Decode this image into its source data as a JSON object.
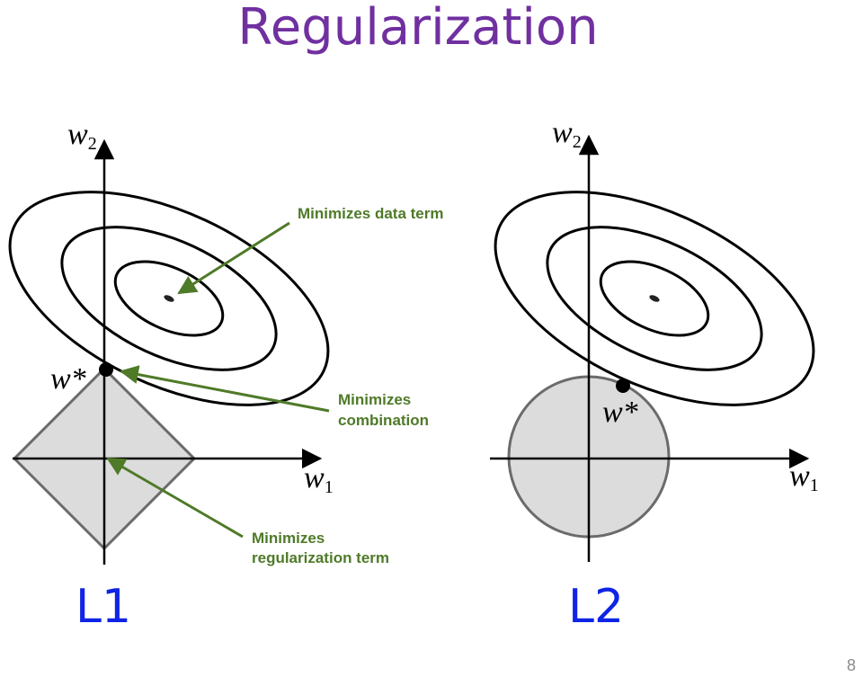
{
  "slide": {
    "title": "Regularization",
    "page_number": "8"
  },
  "colors": {
    "title": "#7030a0",
    "annotation": "#4f7a28",
    "panel_label": "#0f24e6",
    "region_fill": "#dcdcdc",
    "region_stroke": "#6b6b6b"
  },
  "left_panel": {
    "label": "L1",
    "axis_x": "w",
    "axis_x_sub": "1",
    "axis_y": "w",
    "axis_y_sub": "2",
    "solution_label": "w*",
    "region_shape": "diamond",
    "annotations": {
      "data_term": "Minimizes data term",
      "combination_line1": "Minimizes",
      "combination_line2": "combination",
      "regularization_line1": "Minimizes",
      "regularization_line2": "regularization term"
    }
  },
  "right_panel": {
    "label": "L2",
    "axis_x": "w",
    "axis_x_sub": "1",
    "axis_y": "w",
    "axis_y_sub": "2",
    "solution_label": "w*",
    "region_shape": "circle"
  }
}
